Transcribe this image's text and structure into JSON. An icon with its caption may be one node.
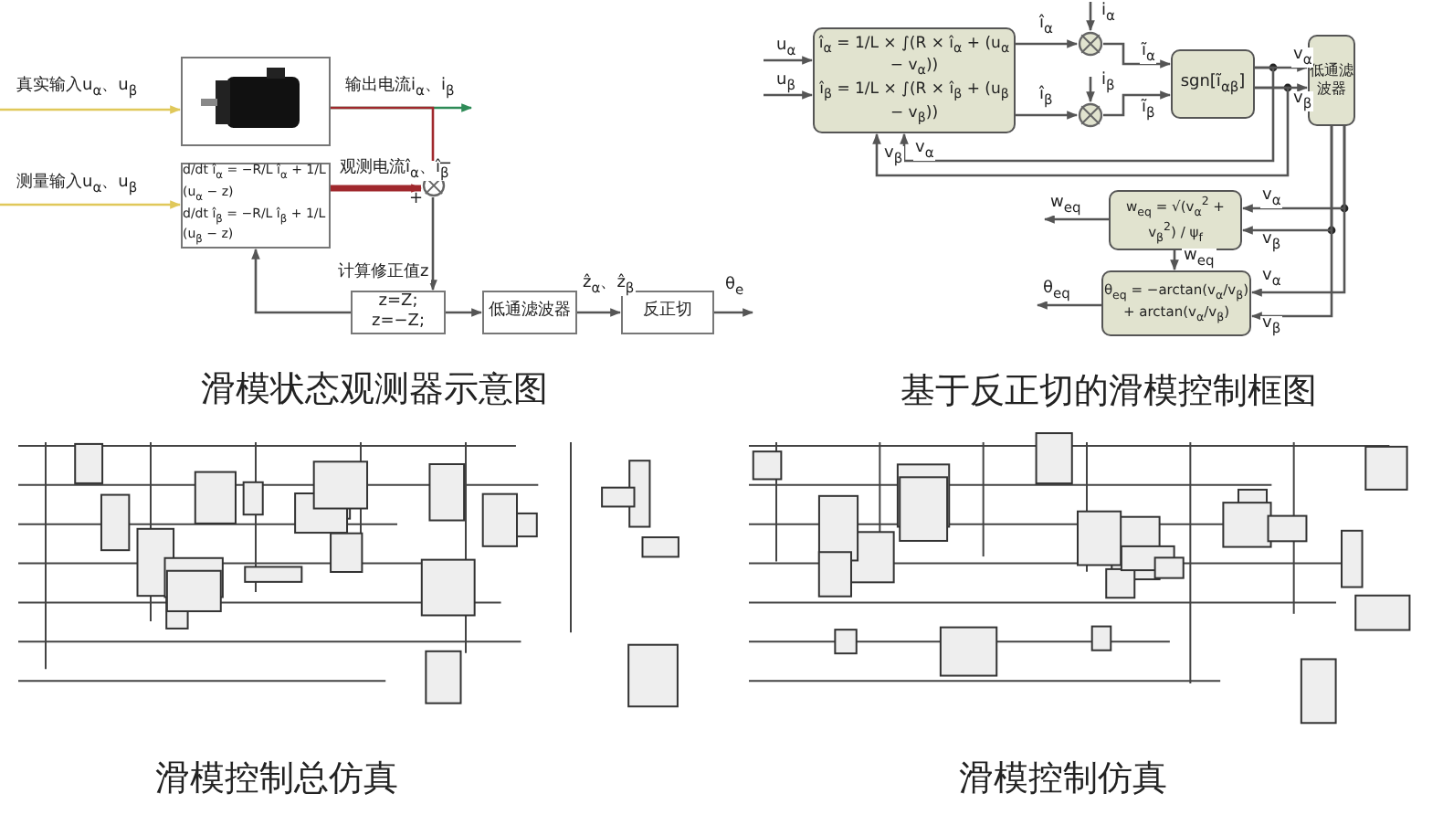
{
  "diagram": {
    "nodes": [
      {
        "text": [],
        "shape": "picture"
      },
      {
        "text": [
          "d/dt î$_{α}$ = −R/L î$_{α}$ + 1/L (u$_{α}$ − z)",
          "d/dt î$_{β}$ = −R/L î$_{β}$ + 1/L (u$_{β}$ − z)"
        ]
      },
      {
        "text": [],
        "shape": "circle"
      },
      {
        "text": [
          "z=Z;",
          "z=−Z;"
        ]
      },
      {
        "text": [
          "低通滤波器"
        ]
      },
      {
        "text": [
          "反正切"
        ]
      },
      {
        "text": [
          "î$_{α}$ = 1/L × ∫(R × î$_{α}$ + (u$_{α}$ − v$_{α}$))",
          "î$_{β}$ = 1/L × ∫(R × î$_{β}$ + (u$_{β}$ − v$_{β}$))"
        ]
      },
      {
        "text": [],
        "shape": "circle"
      },
      {
        "text": [],
        "shape": "circle"
      },
      {
        "text": [
          "sgn[ĩ$_{αβ}$]"
        ]
      },
      {
        "text": [
          "低通滤波器"
        ]
      },
      {
        "text": [
          "w$_{eq}$ = √(v$_{α}$$^{2}$ + v$_{β}$$^{2}$) / ψ$_{f}$"
        ]
      },
      {
        "text": [
          "θ$_{eq}$ = −arctan(v$_{α}$/v$_{β}$) + arctan(v$_{α}$/v$_{β}$)"
        ]
      }
    ],
    "edges": [
      {
        "from": null,
        "to": 0,
        "arrow": "to",
        "label": "真实输入u$_{α}$、u$_{β}$",
        "color": "#e0c85a"
      },
      {
        "from": null,
        "to": 1,
        "arrow": "to",
        "label": "测量输入u$_{α}$、u$_{β}$",
        "color": "#e0c85a"
      },
      {
        "from": 0,
        "to": null,
        "arrow": "to",
        "label": "输出电流i$_{α}$、i$_{β}$",
        "color": "#2e8b57"
      },
      {
        "from": 0,
        "to": 2,
        "arrow": "to",
        "color": "#a0282d"
      },
      {
        "from": 1,
        "to": 2,
        "arrow": "to",
        "label": "观测电流î$_{α}$、î$_{β}$",
        "color": "#a0282d",
        "style": "thick"
      },
      {
        "from": 2,
        "to": 3,
        "arrow": "to",
        "label": "计算修正值z"
      },
      {
        "from": 3,
        "to": 1,
        "arrow": "to"
      },
      {
        "from": 3,
        "to": 4,
        "arrow": "to"
      },
      {
        "from": 4,
        "to": 5,
        "arrow": "to",
        "label": "ẑ$_{α}$、ẑ$_{β}$"
      },
      {
        "from": 5,
        "to": null,
        "arrow": "to",
        "label": "θ$_{e}$"
      },
      {
        "from": null,
        "to": 6,
        "arrow": "to",
        "label": "u$_{α}$"
      },
      {
        "from": null,
        "to": 6,
        "arrow": "to",
        "label": "u$_{β}$"
      },
      {
        "from": 6,
        "to": 7,
        "arrow": "to",
        "label": "î$_{α}$"
      },
      {
        "from": null,
        "to": 7,
        "arrow": "to",
        "label": "i$_{α}$"
      },
      {
        "from": 6,
        "to": 8,
        "arrow": "to",
        "label": "î$_{β}$"
      },
      {
        "from": null,
        "to": 8,
        "arrow": "to",
        "label": "i$_{β}$"
      },
      {
        "from": 7,
        "to": 9,
        "arrow": "to",
        "label": "ĩ$_{α}$"
      },
      {
        "from": 8,
        "to": 9,
        "arrow": "to",
        "label": "ĩ$_{β}$"
      },
      {
        "from": 9,
        "to": 10,
        "arrow": "to",
        "label": "v$_{α}$"
      },
      {
        "from": 9,
        "to": 10,
        "arrow": "to",
        "label": "v$_{β}$"
      },
      {
        "from": 9,
        "to": 6,
        "arrow": "to",
        "label": "v$_{α}$"
      },
      {
        "from": 9,
        "to": 6,
        "arrow": "to",
        "label": "v$_{β}$"
      },
      {
        "from": 10,
        "to": 11,
        "arrow": "to",
        "label": "v$_{α}$"
      },
      {
        "from": 10,
        "to": 11,
        "arrow": "to",
        "label": "v$_{β}$"
      },
      {
        "from": 10,
        "to": 12,
        "arrow": "to",
        "label": "v$_{α}$"
      },
      {
        "from": 10,
        "to": 12,
        "arrow": "to",
        "label": "v$_{β}$"
      },
      {
        "from": 11,
        "to": null,
        "arrow": "to",
        "label": "w$_{eq}$"
      },
      {
        "from": 11,
        "to": 12,
        "arrow": "to",
        "label": "w$_{eq}$"
      },
      {
        "from": 12,
        "to": null,
        "arrow": "to",
        "label": "θ$_{eq}$"
      }
    ],
    "labels": [
      "−",
      "+",
      "滑模状态观测器示意图",
      "基于反正切的滑模控制框图",
      "滑模控制总仿真",
      "滑模控制仿真"
    ]
  }
}
